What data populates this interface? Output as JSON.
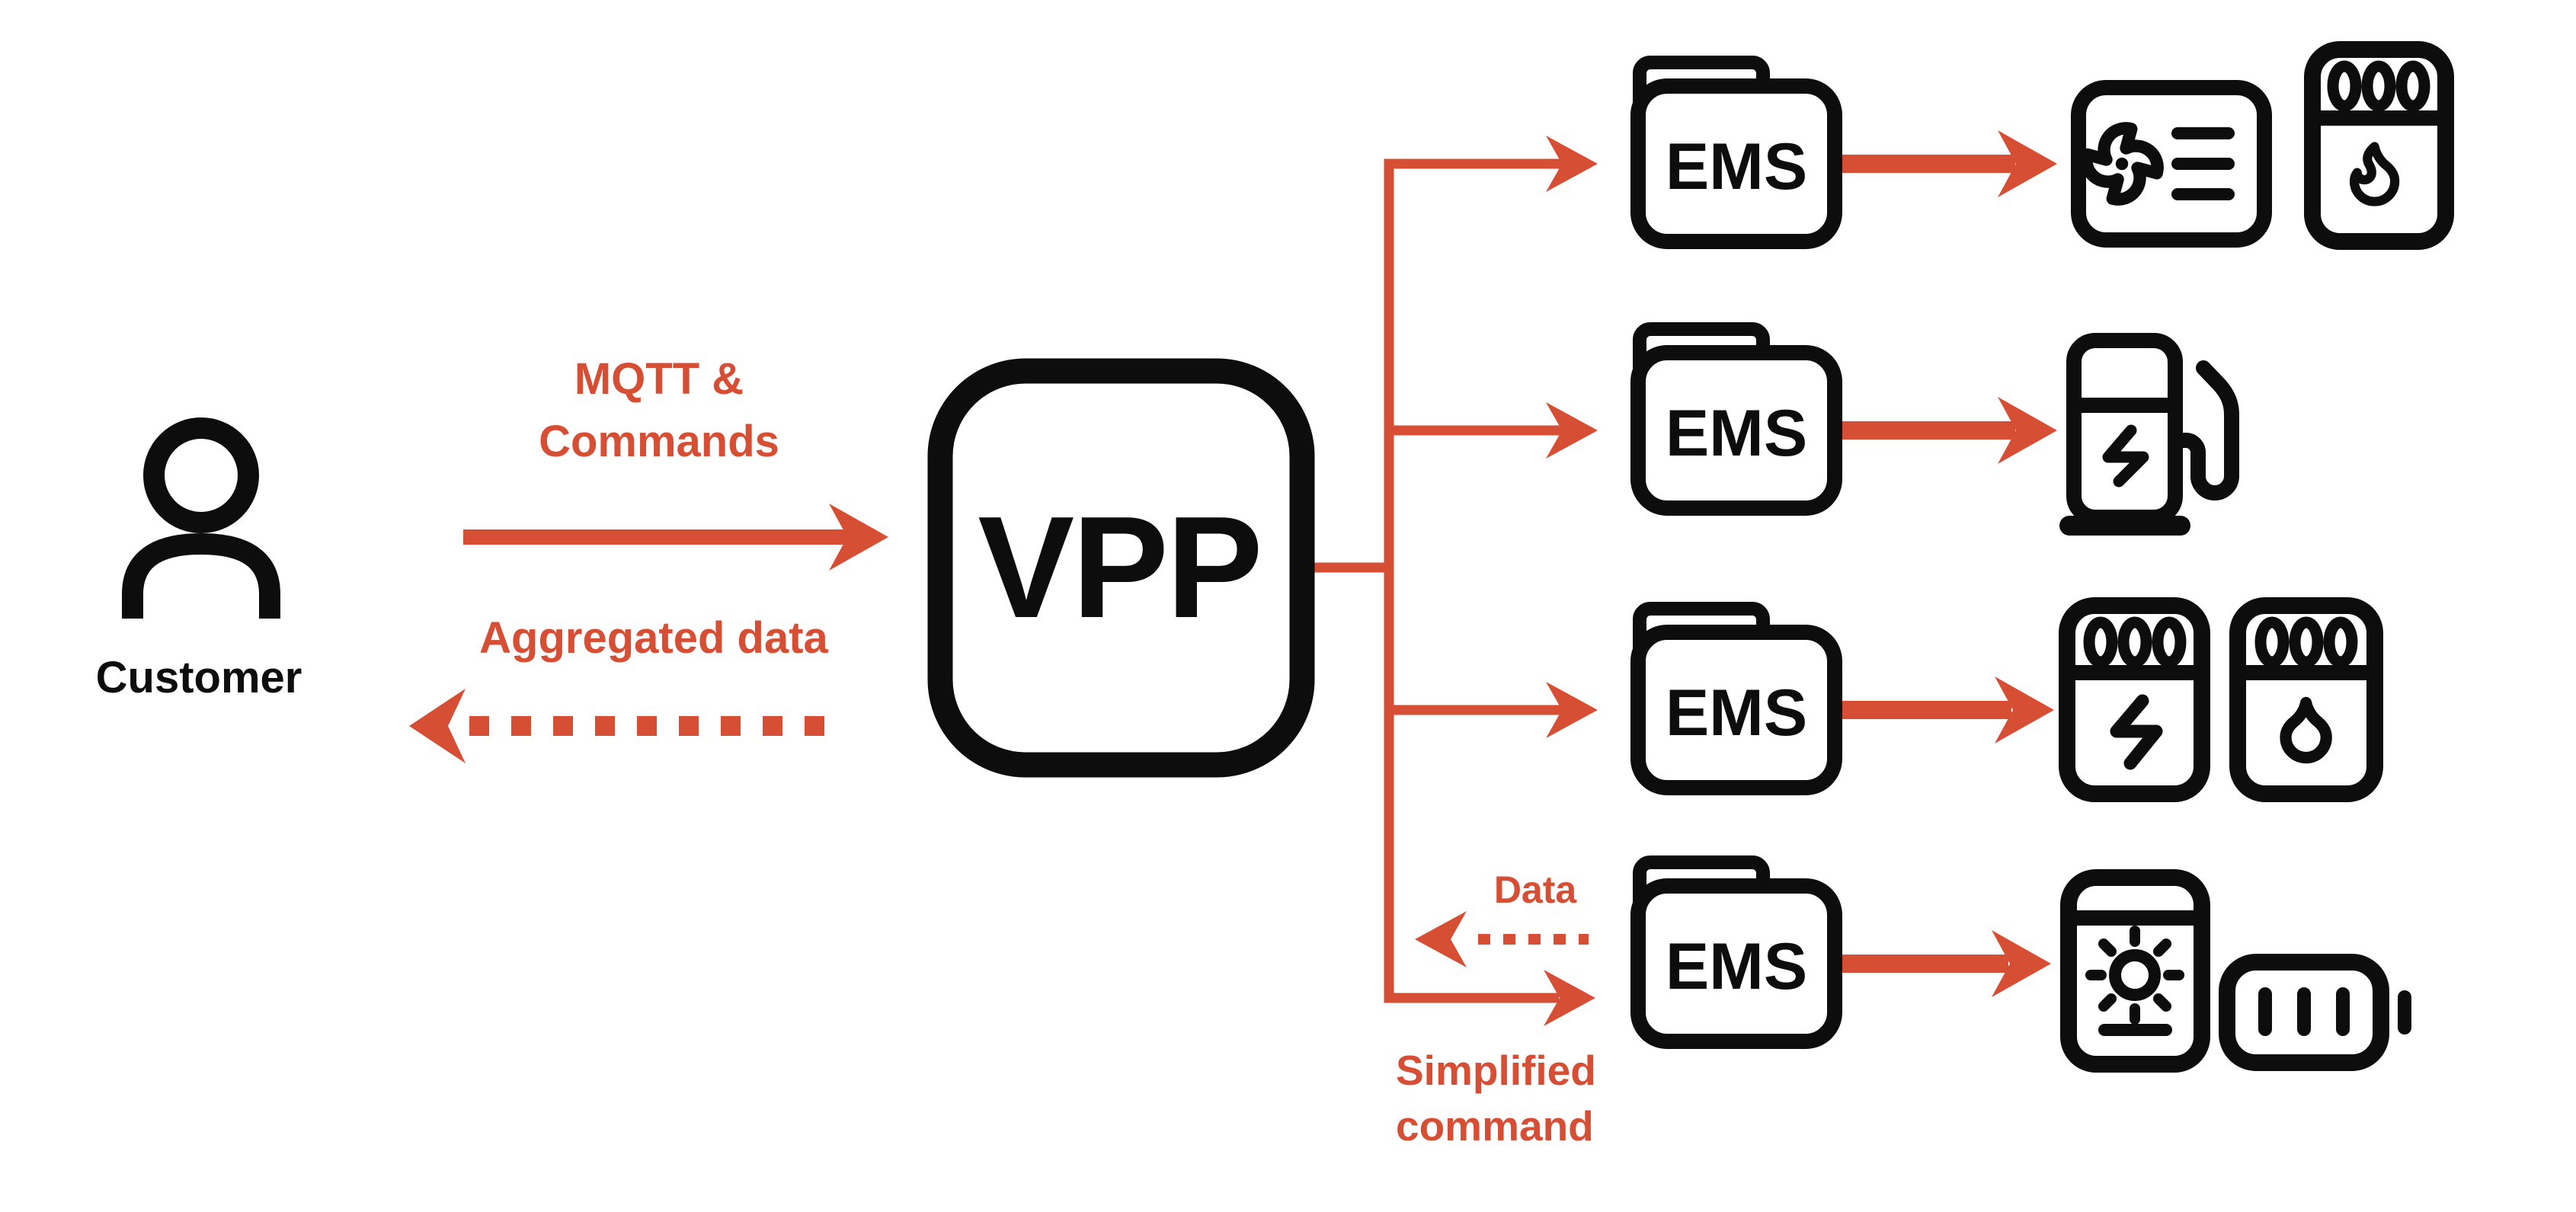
{
  "colors": {
    "accent": "#d64e33",
    "ink": "#0d0d0d",
    "surface": "#ffffff"
  },
  "customer": {
    "label": "Customer",
    "icon": "person-icon"
  },
  "vpp": {
    "label": "VPP"
  },
  "flows": {
    "mqtt_commands": {
      "line1": "MQTT &",
      "line2": "Commands",
      "style": "solid",
      "direction": "customer-to-vpp"
    },
    "aggregated_data": {
      "label": "Aggregated data",
      "style": "dotted",
      "direction": "vpp-to-customer"
    },
    "data": {
      "label": "Data",
      "style": "dotted",
      "direction": "ems-to-vpp"
    },
    "simplified_command": {
      "line1": "Simplified",
      "line2": "command",
      "style": "solid",
      "direction": "vpp-to-ems"
    }
  },
  "ems_nodes": [
    {
      "label": "EMS",
      "devices": [
        "hvac-fan-unit-icon",
        "gas-boiler-icon"
      ]
    },
    {
      "label": "EMS",
      "devices": [
        "ev-charger-icon"
      ]
    },
    {
      "label": "EMS",
      "devices": [
        "electric-heater-icon",
        "water-heater-icon"
      ]
    },
    {
      "label": "EMS",
      "devices": [
        "solar-inverter-icon",
        "battery-icon"
      ]
    }
  ]
}
